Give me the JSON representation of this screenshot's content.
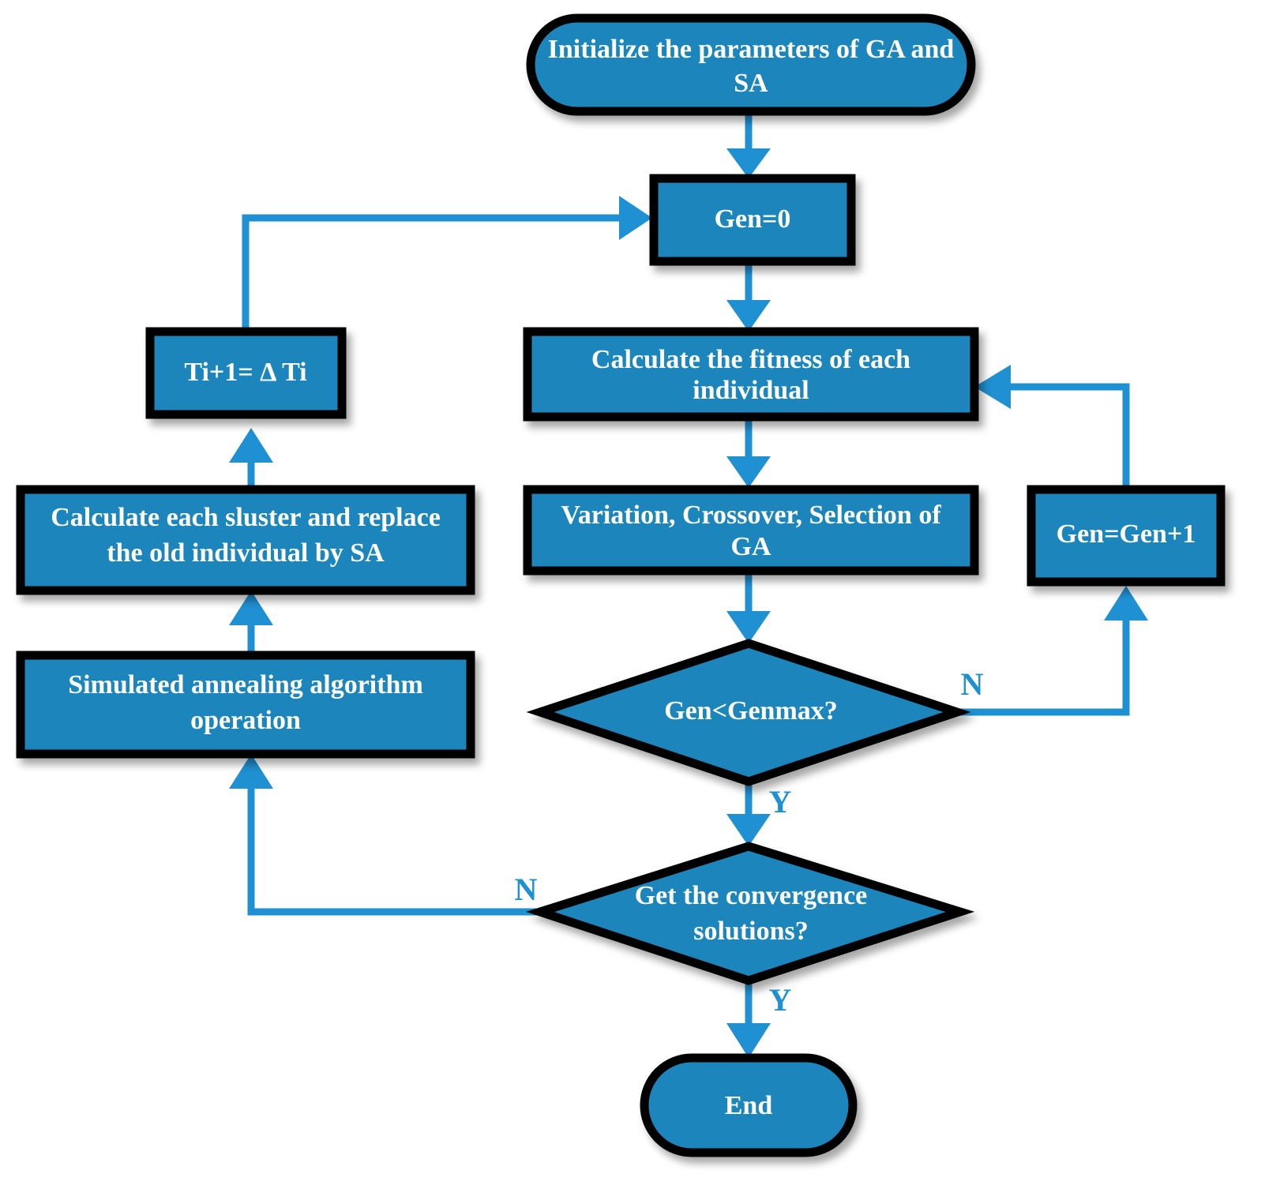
{
  "diagram": {
    "title": "GA-SA hybrid algorithm flowchart",
    "colors": {
      "node_fill": "#1B86BC",
      "node_stroke": "#000000",
      "edge": "#1F90D2",
      "node_text": "#FFFFFF",
      "branch_text": "#1F90D2",
      "background": "#FFFFFF"
    },
    "nodes": [
      {
        "id": "start",
        "type": "terminator",
        "label_line1": "Initialize the parameters of GA and",
        "label_line2": "SA"
      },
      {
        "id": "gen0",
        "type": "process",
        "label_line1": "Gen=0",
        "label_line2": ""
      },
      {
        "id": "temp",
        "type": "process",
        "label_line1": "Ti+1= Δ Ti",
        "label_line2": ""
      },
      {
        "id": "fitness",
        "type": "process",
        "label_line1": "Calculate the fitness of each",
        "label_line2": "individual"
      },
      {
        "id": "cluster",
        "type": "process",
        "label_line1": "Calculate each sluster and replace",
        "label_line2": "the old individual by SA"
      },
      {
        "id": "ga_ops",
        "type": "process",
        "label_line1": "Variation, Crossover, Selection of",
        "label_line2": "GA"
      },
      {
        "id": "gen_inc",
        "type": "process",
        "label_line1": "Gen=Gen+1",
        "label_line2": ""
      },
      {
        "id": "sa_op",
        "type": "process",
        "label_line1": "Simulated annealing algorithm",
        "label_line2": "operation"
      },
      {
        "id": "genmax",
        "type": "decision",
        "label_line1": "Gen<Genmax?",
        "label_line2": ""
      },
      {
        "id": "converge",
        "type": "decision",
        "label_line1": "Get the convergence",
        "label_line2": "solutions?"
      },
      {
        "id": "end",
        "type": "terminator",
        "label_line1": "End",
        "label_line2": ""
      }
    ],
    "branch_labels": {
      "genmax_no": "N",
      "genmax_yes": "Y",
      "converge_no": "N",
      "converge_yes": "Y"
    }
  }
}
